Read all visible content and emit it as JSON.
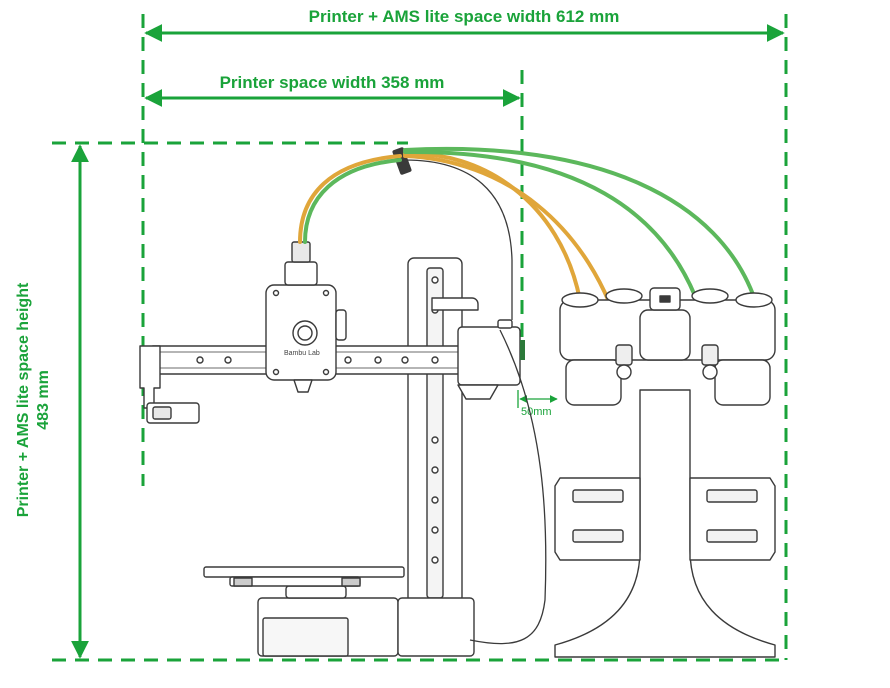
{
  "dimensions": {
    "total_width_label": "Printer + AMS lite space width 612 mm",
    "printer_width_label": "Printer space width 358 mm",
    "height_label_line1": "Printer + AMS lite space height",
    "height_label_line2": "483 mm",
    "gap_label": "50mm"
  },
  "printer": {
    "brand_label": "Bambu Lab"
  },
  "colors": {
    "dimension_green": "#1aa33a",
    "filament_green": "#5cb85c",
    "filament_orange": "#e0a63a",
    "outline": "#3a3a3a"
  }
}
